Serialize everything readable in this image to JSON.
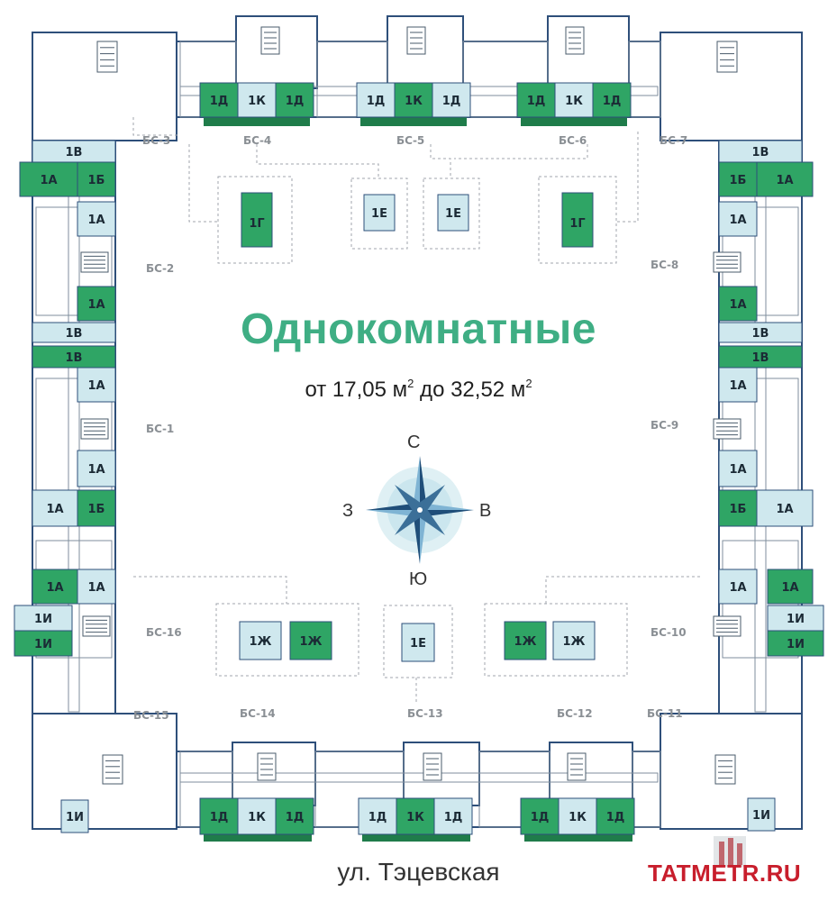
{
  "title": "Однокомнатные",
  "area": {
    "prefix": "от 17,05 м",
    "sup1": "2",
    "middle": " до 32,52 м",
    "sup2": "2"
  },
  "street": "ул. Тэцевская",
  "watermark": "TATMETR.RU",
  "compass": {
    "north": "С",
    "south": "Ю",
    "west": "З",
    "east": "В"
  },
  "colors": {
    "green": "#2fa565",
    "light": "#cfe8ee",
    "frame": "#2e4f7a",
    "greenDark": "#1f7c4a",
    "title": "#3fae84",
    "watermark": "#c81e2c"
  },
  "blocks": [
    "БС-1",
    "БС-2",
    "БС-3",
    "БС-4",
    "БС-5",
    "БС-6",
    "БС-7",
    "БС-8",
    "БС-9",
    "БС-10",
    "БС-11",
    "БС-12",
    "БС-13",
    "БС-14",
    "БС-15",
    "БС-16"
  ],
  "apartments": {
    "d": "1Д",
    "k": "1К",
    "v": "1В",
    "a": "1А",
    "b": "1Б",
    "i": "1И",
    "g": "1Г",
    "e": "1Е",
    "zh": "1Ж"
  }
}
